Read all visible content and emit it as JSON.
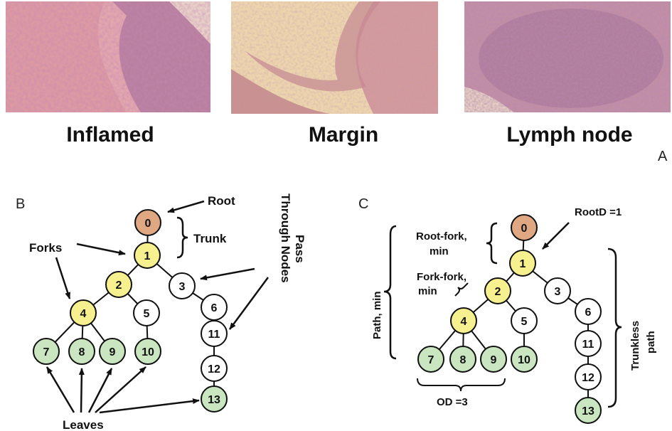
{
  "panel_a": {
    "images": [
      {
        "caption": "Inflamed",
        "description_icon": "histology-inflamed-tissue"
      },
      {
        "caption": "Margin",
        "description_icon": "histology-margin-tissue"
      },
      {
        "caption": "Lymph node",
        "description_icon": "histology-lymph-node-tissue"
      }
    ],
    "letter": "A"
  },
  "panel_b": {
    "letter": "B",
    "labels": {
      "root": "Root",
      "trunk": "Trunk",
      "forks": "Forks",
      "pass_through": "Pass\nThrough Nodes",
      "leaves": "Leaves"
    }
  },
  "panel_c": {
    "letter": "C",
    "labels": {
      "root_d": "RootD =1",
      "root_fork": "Root-fork,\nmin",
      "fork_fork": "Fork-fork,\nmin",
      "path_min": "Path, min",
      "trunkless": "Trunkless\npath",
      "od": "OD =3"
    }
  },
  "tree": {
    "nodes": [
      {
        "id": "0",
        "kind": "root"
      },
      {
        "id": "1",
        "kind": "fork"
      },
      {
        "id": "2",
        "kind": "fork"
      },
      {
        "id": "3",
        "kind": "pass"
      },
      {
        "id": "4",
        "kind": "fork"
      },
      {
        "id": "5",
        "kind": "pass"
      },
      {
        "id": "6",
        "kind": "pass"
      },
      {
        "id": "7",
        "kind": "leaf"
      },
      {
        "id": "8",
        "kind": "leaf"
      },
      {
        "id": "9",
        "kind": "leaf"
      },
      {
        "id": "10",
        "kind": "leaf"
      },
      {
        "id": "11",
        "kind": "pass"
      },
      {
        "id": "12",
        "kind": "pass"
      },
      {
        "id": "13",
        "kind": "leaf"
      }
    ],
    "edges": [
      [
        "0",
        "1"
      ],
      [
        "1",
        "2"
      ],
      [
        "1",
        "3"
      ],
      [
        "2",
        "4"
      ],
      [
        "2",
        "5"
      ],
      [
        "3",
        "6"
      ],
      [
        "4",
        "7"
      ],
      [
        "4",
        "8"
      ],
      [
        "4",
        "9"
      ],
      [
        "5",
        "10"
      ],
      [
        "6",
        "11"
      ],
      [
        "11",
        "12"
      ],
      [
        "12",
        "13"
      ]
    ]
  },
  "colors": {
    "root": "#dfa882",
    "fork": "#f7f08e",
    "pass": "#ffffff",
    "leaf": "#c9e6c1",
    "stroke": "#111111"
  }
}
